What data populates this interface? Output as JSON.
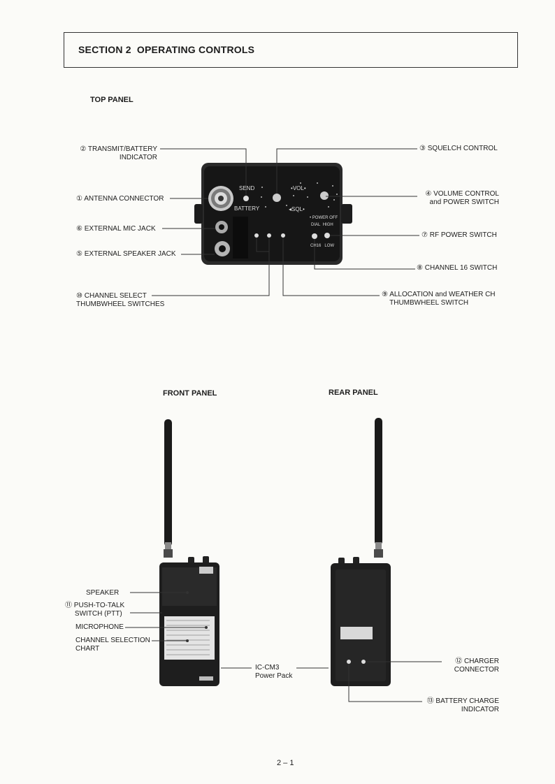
{
  "header": {
    "section_number": "SECTION 2",
    "section_title": "OPERATING CONTROLS"
  },
  "top_panel": {
    "title": "TOP PANEL",
    "device_markings": {
      "send": "SEND",
      "battery": "BATTERY",
      "vol": "VOL",
      "sql": "SQL",
      "power_off": "POWER OFF",
      "dial": "DIAL",
      "high": "HIGH",
      "ch16": "CH16",
      "low": "LOW"
    },
    "callouts": [
      {
        "num": "②",
        "lines": [
          "TRANSMIT/BATTERY",
          "INDICATOR"
        ]
      },
      {
        "num": "①",
        "lines": [
          "ANTENNA CONNECTOR"
        ]
      },
      {
        "num": "⑥",
        "lines": [
          "EXTERNAL MIC JACK"
        ]
      },
      {
        "num": "⑤",
        "lines": [
          "EXTERNAL SPEAKER JACK"
        ]
      },
      {
        "num": "⑩",
        "lines": [
          "CHANNEL SELECT",
          "THUMBWHEEL SWITCHES"
        ]
      },
      {
        "num": "③",
        "lines": [
          "SQUELCH CONTROL"
        ]
      },
      {
        "num": "④",
        "lines": [
          "VOLUME CONTROL",
          "and POWER SWITCH"
        ]
      },
      {
        "num": "⑦",
        "lines": [
          "RF POWER SWITCH"
        ]
      },
      {
        "num": "⑧",
        "lines": [
          "CHANNEL 16 SWITCH"
        ]
      },
      {
        "num": "⑨",
        "lines": [
          "ALLOCATION and WEATHER CH",
          "THUMBWHEEL SWITCH"
        ]
      }
    ]
  },
  "front_panel": {
    "title": "FRONT PANEL",
    "callouts": [
      {
        "num": "",
        "lines": [
          "SPEAKER"
        ]
      },
      {
        "num": "⑪",
        "lines": [
          "PUSH-TO-TALK",
          "SWITCH (PTT)"
        ]
      },
      {
        "num": "",
        "lines": [
          "MICROPHONE"
        ]
      },
      {
        "num": "",
        "lines": [
          "CHANNEL SELECTION",
          "CHART"
        ]
      }
    ]
  },
  "power_pack": {
    "lines": [
      "IC-CM3",
      "Power Pack"
    ]
  },
  "rear_panel": {
    "title": "REAR PANEL",
    "callouts": [
      {
        "num": "⑫",
        "lines": [
          "CHARGER",
          "CONNECTOR"
        ]
      },
      {
        "num": "⑬",
        "lines": [
          "BATTERY CHARGE",
          "INDICATOR"
        ]
      }
    ]
  },
  "page_number": "2 – 1"
}
